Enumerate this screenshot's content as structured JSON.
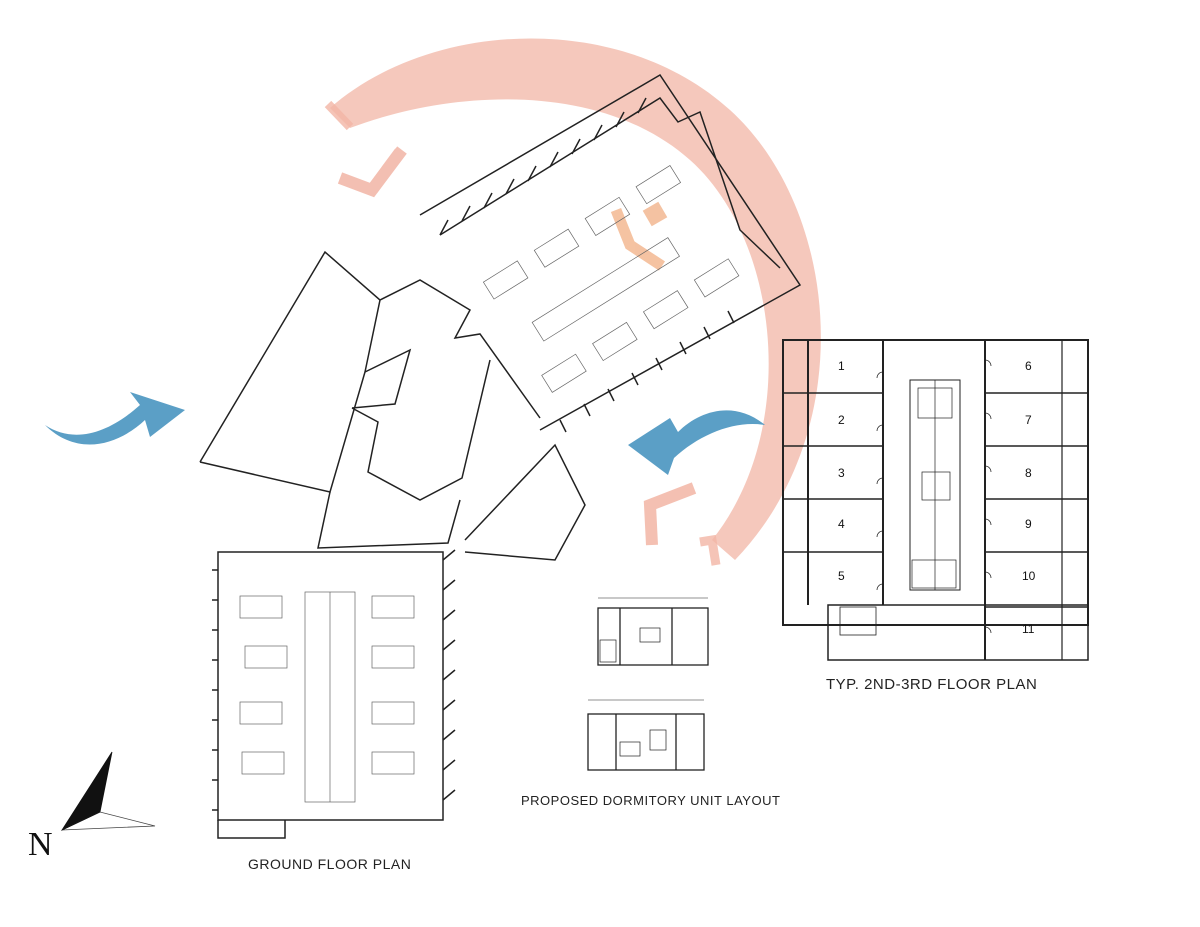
{
  "titles": {
    "ground_floor": "GROUND FLOOR PLAN",
    "dormitory": "PROPOSED DORMITORY UNIT LAYOUT",
    "upper_floors": "TYP. 2ND-3RD FLOOR PLAN"
  },
  "north_label": "N",
  "upper_floor_rooms": {
    "left_column": [
      "1",
      "2",
      "3",
      "4",
      "5"
    ],
    "right_column": [
      "6",
      "7",
      "8",
      "9",
      "10",
      "11"
    ]
  },
  "colors": {
    "pink_arrow": "#f2b5a5",
    "blue_arrow": "#5b9fc6",
    "orange_mark": "#f3b892",
    "line": "#222222"
  }
}
